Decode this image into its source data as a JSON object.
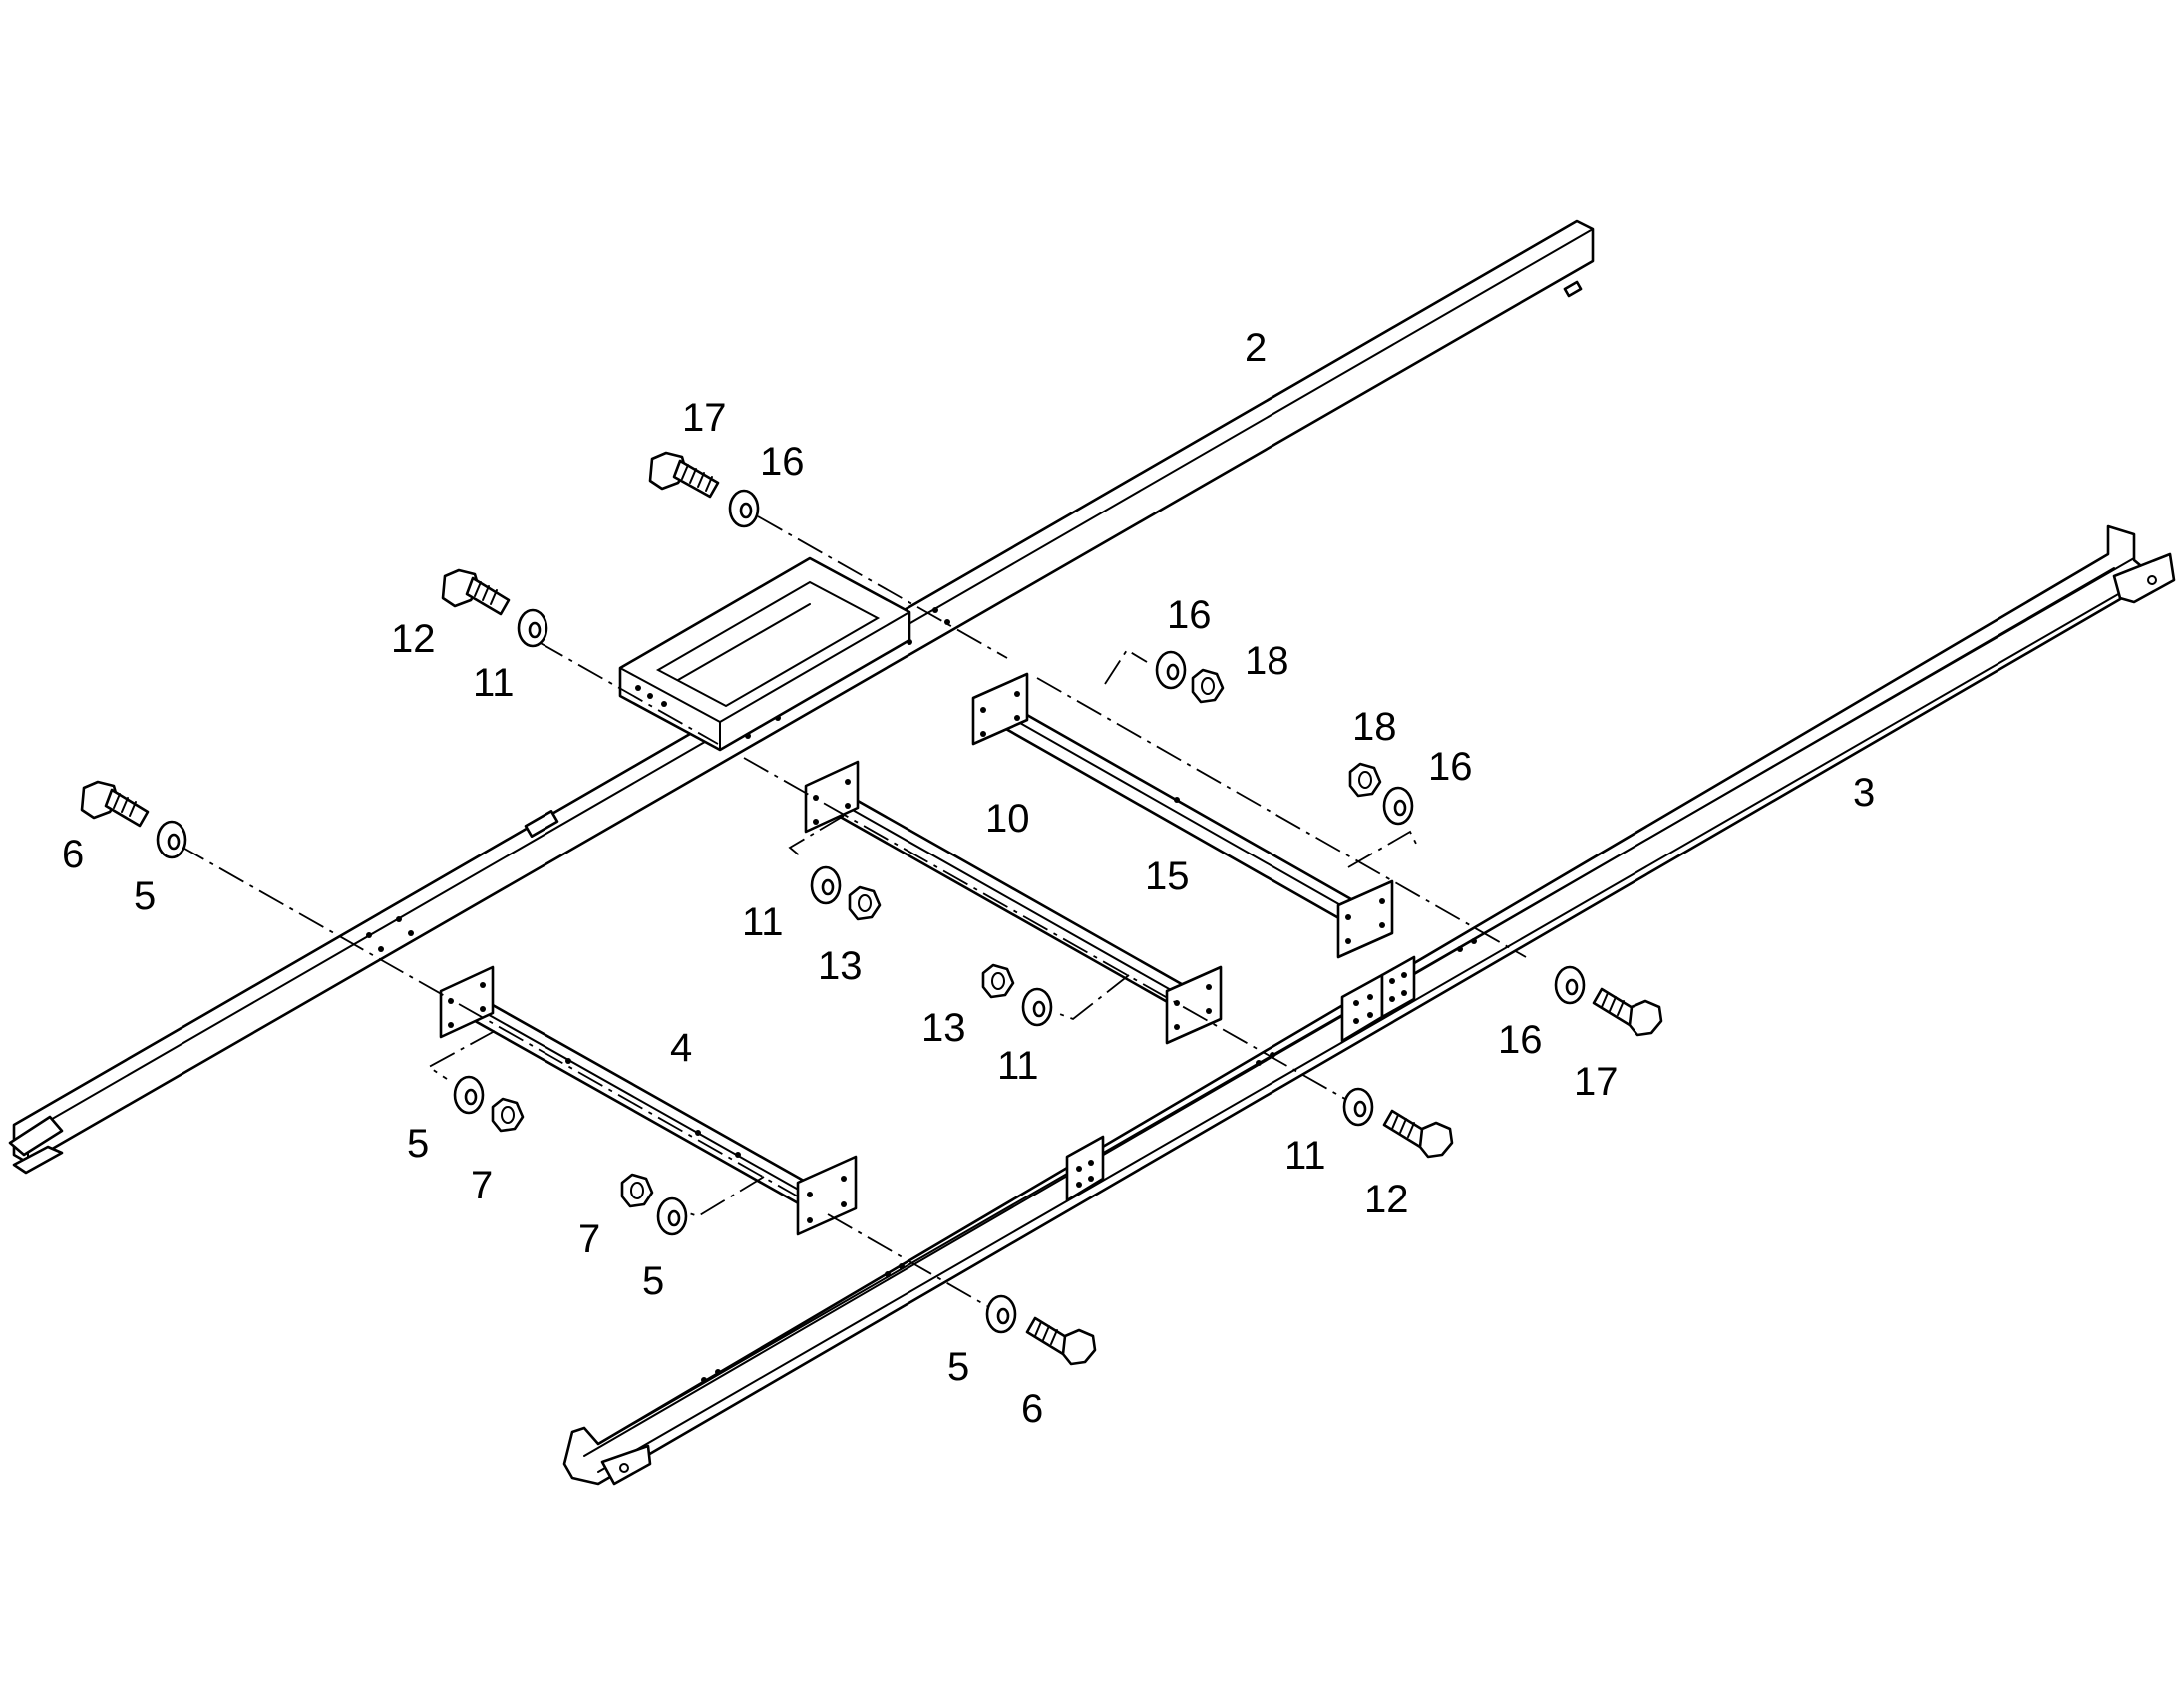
{
  "callouts": [
    {
      "id": "c-2",
      "text": "2"
    },
    {
      "id": "c-3",
      "text": "3"
    },
    {
      "id": "c-17a",
      "text": "17"
    },
    {
      "id": "c-16a",
      "text": "16"
    },
    {
      "id": "c-12a",
      "text": "12"
    },
    {
      "id": "c-11a",
      "text": "11"
    },
    {
      "id": "c-16b",
      "text": "16"
    },
    {
      "id": "c-18a",
      "text": "18"
    },
    {
      "id": "c-18b",
      "text": "18"
    },
    {
      "id": "c-16c",
      "text": "16"
    },
    {
      "id": "c-6a",
      "text": "6"
    },
    {
      "id": "c-5a",
      "text": "5"
    },
    {
      "id": "c-10",
      "text": "10"
    },
    {
      "id": "c-15",
      "text": "15"
    },
    {
      "id": "c-11b",
      "text": "11"
    },
    {
      "id": "c-13a",
      "text": "13"
    },
    {
      "id": "c-13b",
      "text": "13"
    },
    {
      "id": "c-11c",
      "text": "11"
    },
    {
      "id": "c-4",
      "text": "4"
    },
    {
      "id": "c-5b",
      "text": "5"
    },
    {
      "id": "c-7a",
      "text": "7"
    },
    {
      "id": "c-7b",
      "text": "7"
    },
    {
      "id": "c-5c",
      "text": "5"
    },
    {
      "id": "c-16d",
      "text": "16"
    },
    {
      "id": "c-17b",
      "text": "17"
    },
    {
      "id": "c-11d",
      "text": "11"
    },
    {
      "id": "c-12b",
      "text": "12"
    },
    {
      "id": "c-5d",
      "text": "5"
    },
    {
      "id": "c-6b",
      "text": "6"
    }
  ]
}
